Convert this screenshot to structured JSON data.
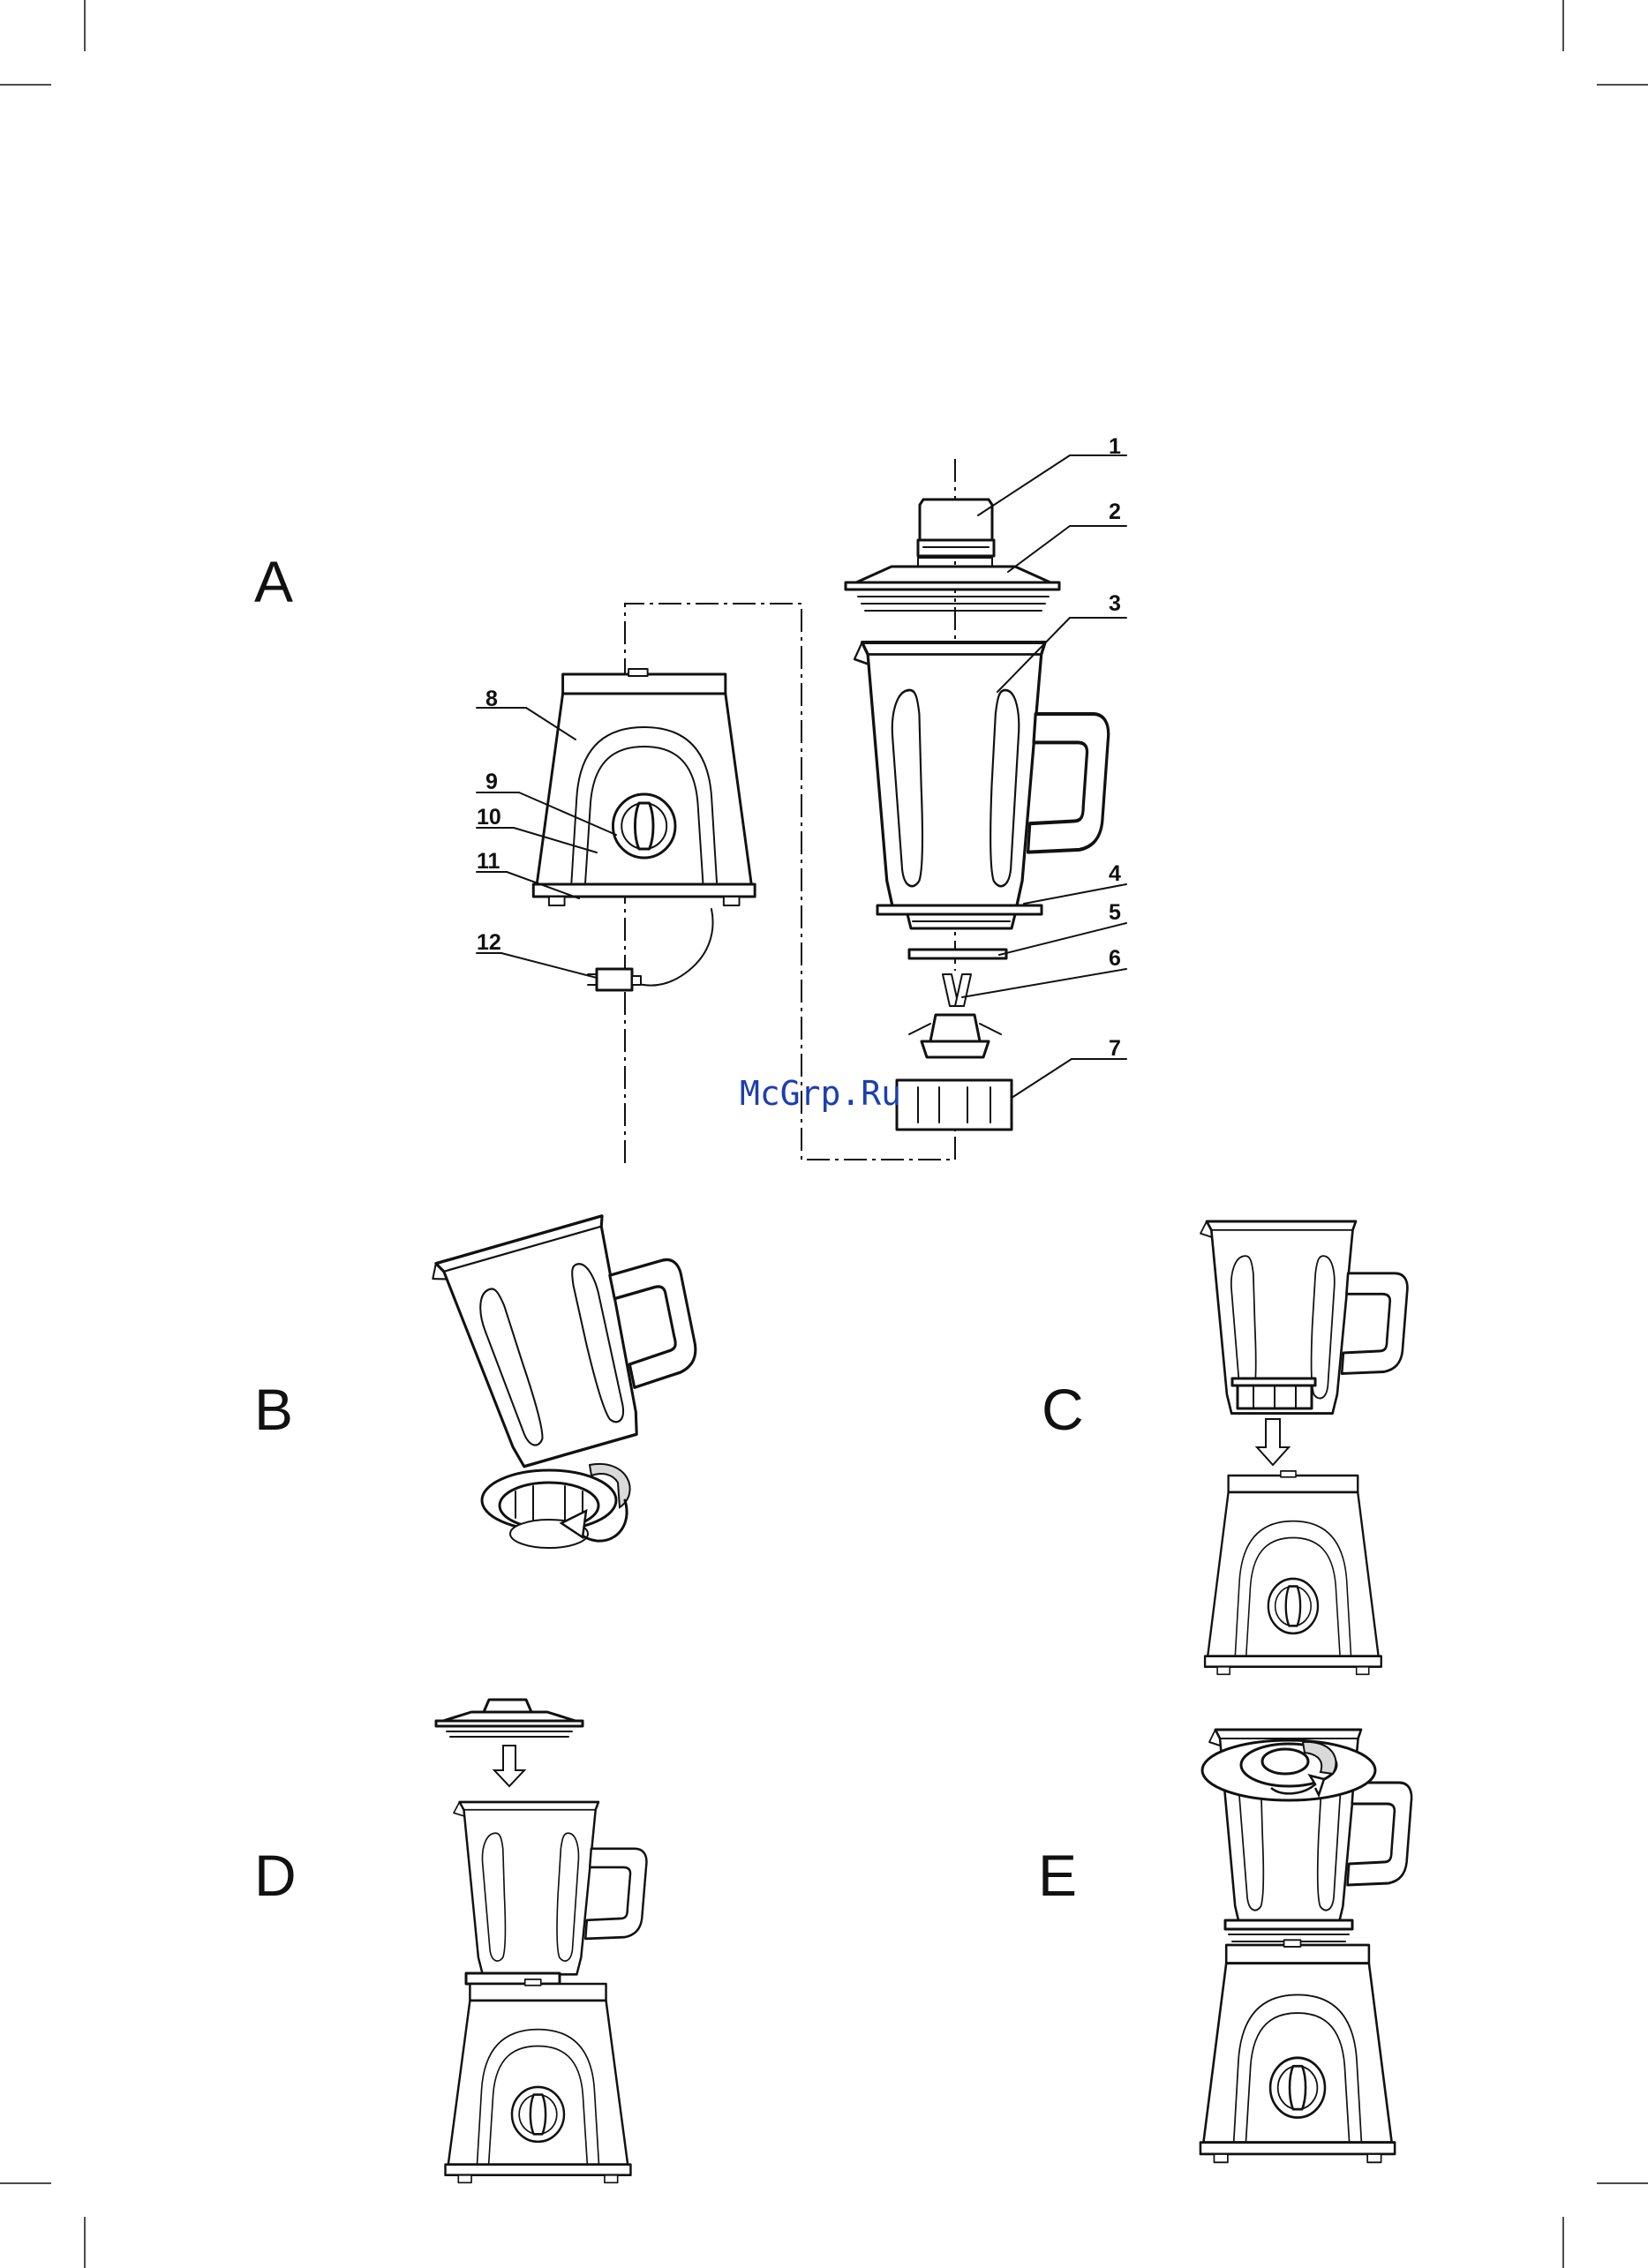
{
  "figures": {
    "a": {
      "letter": "A"
    },
    "b": {
      "letter": "B"
    },
    "c": {
      "letter": "C"
    },
    "d": {
      "letter": "D"
    },
    "e": {
      "letter": "E"
    }
  },
  "callouts": [
    "1",
    "2",
    "3",
    "4",
    "5",
    "6",
    "7",
    "8",
    "9",
    "10",
    "11",
    "12"
  ],
  "watermark": "McGrp.Ru",
  "colors": {
    "line": "#111111",
    "watermark": "#1b3fae",
    "background": "#ffffff"
  }
}
